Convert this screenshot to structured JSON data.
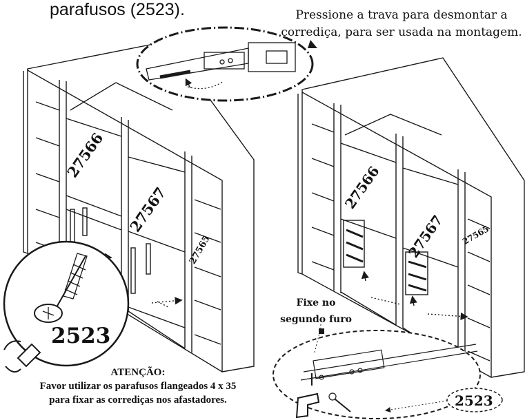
{
  "texts": {
    "caption_top": "parafusos (2523).",
    "note_right": "Pressione a trava para desmontar a corrediça, para ser usada na montagem.",
    "fix_label": "Fixe no segundo furo",
    "attention_title": "ATENÇÃO:",
    "attention_line1": "Favor utilizar os parafusos flangeados 4 x 35",
    "attention_line2": "para fixar as corrediças nos afastadores."
  },
  "codes": {
    "left_panel_1": "27566",
    "left_panel_2": "27567",
    "left_panel_3": "27565",
    "right_panel_1": "27566",
    "right_panel_2": "27567",
    "right_panel_3": "27565",
    "screw_left": "2523",
    "screw_right": "2523"
  },
  "colors": {
    "line": "#1a1a1a",
    "background": "#ffffff"
  }
}
